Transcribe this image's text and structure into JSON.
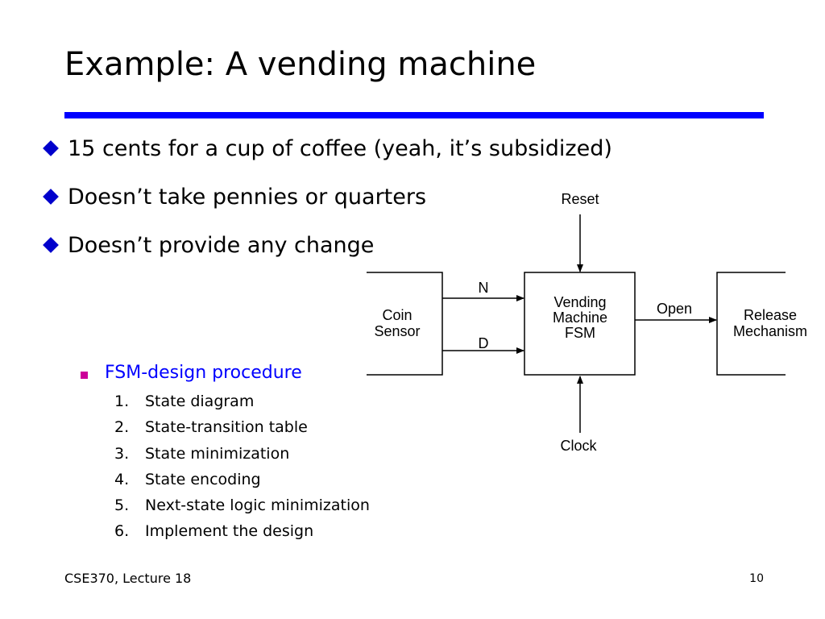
{
  "slide": {
    "title": "Example: A vending machine",
    "accent_color": "#0000ff",
    "bullets": [
      "15 cents for a cup of coffee (yeah, it’s subsidized)",
      "Doesn’t take pennies or quarters",
      "Doesn’t provide any change"
    ],
    "sub_bullet": "FSM-design procedure",
    "steps": [
      {
        "num": "1.",
        "text": "State diagram"
      },
      {
        "num": "2.",
        "text": "State-transition table"
      },
      {
        "num": "3.",
        "text": "State minimization"
      },
      {
        "num": "4.",
        "text": "State encoding"
      },
      {
        "num": "5.",
        "text": "Next-state logic minimization"
      },
      {
        "num": "6.",
        "text": "Implement the design"
      }
    ]
  },
  "diagram": {
    "reset_label": "Reset",
    "clock_label": "Clock",
    "coin_sensor": [
      "Coin",
      "Sensor"
    ],
    "fsm_block": [
      "Vending",
      "Machine",
      "FSM"
    ],
    "release_mechanism": [
      "Release",
      "Mechanism"
    ],
    "input_n": "N",
    "input_d": "D",
    "output_open": "Open"
  },
  "footer": {
    "course": "CSE370, Lecture 18",
    "page_number": "10"
  }
}
